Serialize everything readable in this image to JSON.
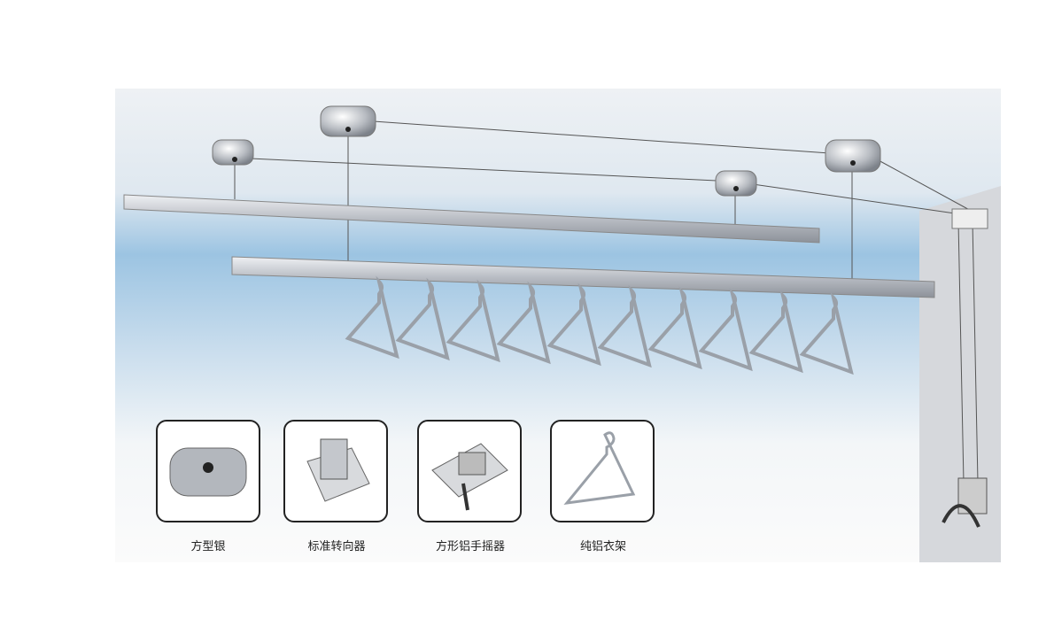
{
  "components": [
    {
      "label": "方型银",
      "icon": "square-pulley-icon"
    },
    {
      "label": "标准转向器",
      "icon": "steering-device-icon"
    },
    {
      "label": "方形铝手摇器",
      "icon": "hand-crank-icon"
    },
    {
      "label": "纯铝衣架",
      "icon": "hanger-icon"
    }
  ],
  "colors": {
    "sky_top": "#e9eef3",
    "sky_blue": "#9cc4e2",
    "rail": "#c9ccd2",
    "wall": "#d6d8dc"
  }
}
